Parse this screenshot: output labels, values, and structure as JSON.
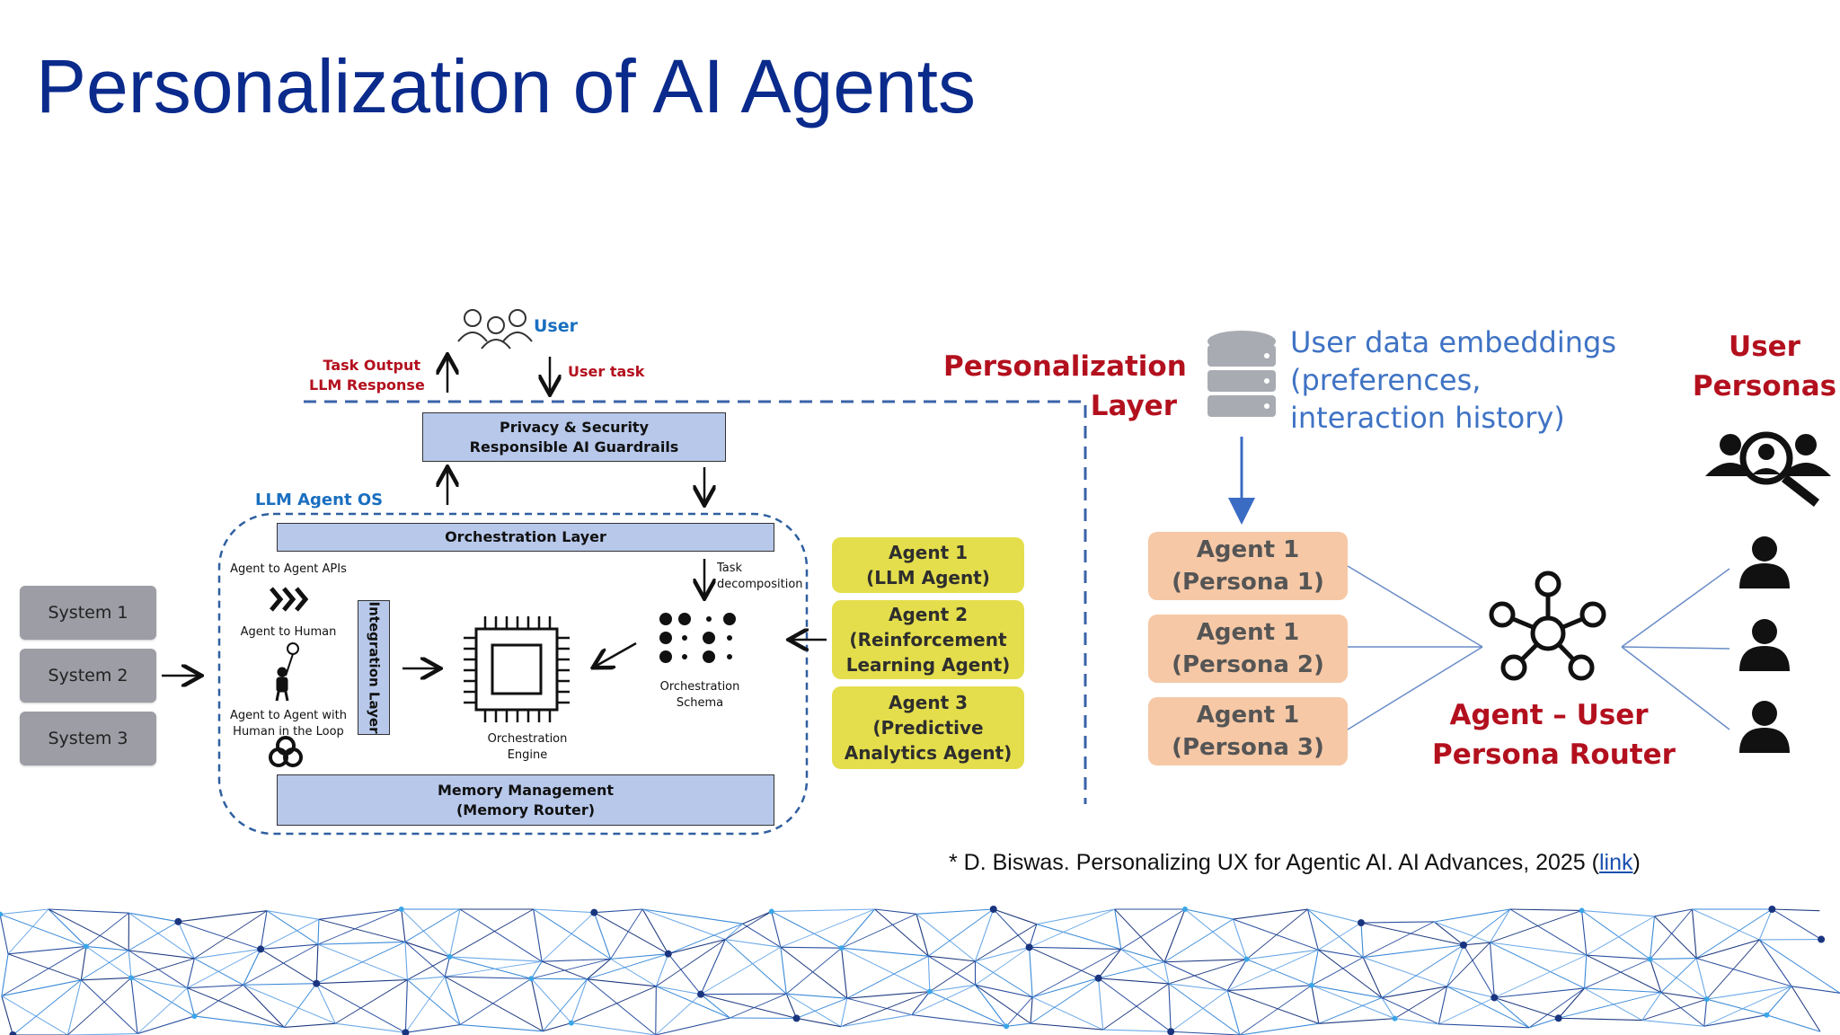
{
  "title": "Personalization of AI Agents",
  "user": {
    "label": "User",
    "task_output_line1": "Task Output",
    "task_output_line2": "LLM Response",
    "user_task": "User task"
  },
  "privacy_bar": {
    "line1": "Privacy & Security",
    "line2": "Responsible AI Guardrails"
  },
  "agent_os_label": "LLM Agent OS",
  "orchestration_layer": "Orchestration Layer",
  "integration_layer": "Integration Layer",
  "memory_bar": {
    "line1": "Memory Management",
    "line2": "(Memory Router)"
  },
  "inner": {
    "a2a_apis": "Agent to Agent APIs",
    "a2h": "Agent to Human",
    "a2a_hitl_line1": "Agent to Agent with",
    "a2a_hitl_line2": "Human in the Loop",
    "engine_line1": "Orchestration",
    "engine_line2": "Engine",
    "schema_line1": "Orchestration",
    "schema_line2": "Schema",
    "task_decomp_line1": "Task",
    "task_decomp_line2": "decomposition"
  },
  "systems": [
    "System 1",
    "System 2",
    "System 3"
  ],
  "yellow_agents": [
    {
      "line1": "Agent 1",
      "line2": "(LLM Agent)",
      "line3": ""
    },
    {
      "line1": "Agent 2",
      "line2": "(Reinforcement",
      "line3": "Learning Agent)"
    },
    {
      "line1": "Agent 3",
      "line2": "(Predictive",
      "line3": "Analytics Agent)"
    }
  ],
  "personalization_layer": {
    "line1": "Personalization",
    "line2": "Layer"
  },
  "embeddings": {
    "line1": "User data embeddings",
    "line2": "(preferences,",
    "line3": "interaction history)"
  },
  "persona_agents": [
    {
      "line1": "Agent 1",
      "line2": "(Persona 1)"
    },
    {
      "line1": "Agent 1",
      "line2": "(Persona 2)"
    },
    {
      "line1": "Agent 1",
      "line2": "(Persona 3)"
    }
  ],
  "router": {
    "line1": "Agent – User",
    "line2": "Persona Router"
  },
  "user_personas": {
    "line1": "User",
    "line2": "Personas"
  },
  "citation": {
    "text": "* D. Biswas. Personalizing UX for Agentic AI. AI Advances, 2025 (",
    "link": "link",
    "close": ")"
  },
  "colors": {
    "title": "#0a2a8c",
    "bar_fill": "#b7c8ea",
    "yellow_agent": "#e4de4c",
    "persona_agent": "#f6c8a6",
    "red_text": "#b3101e",
    "blue_text": "#1a6fc0",
    "dashed_line": "#3a63a8"
  }
}
